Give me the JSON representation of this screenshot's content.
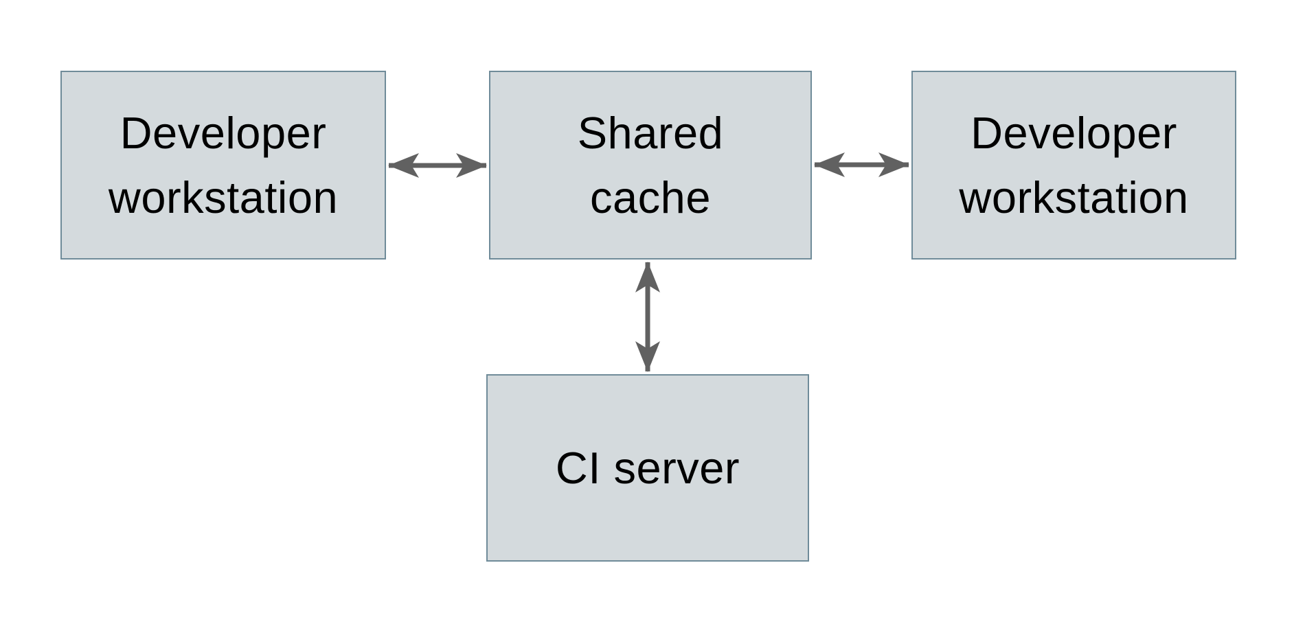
{
  "diagram": {
    "type": "architecture-diagram",
    "background": "#ffffff",
    "nodes": [
      {
        "id": "developer-workstation-left",
        "label": "Developer\nworkstation"
      },
      {
        "id": "shared-cache",
        "label": "Shared\ncache"
      },
      {
        "id": "developer-workstation-right",
        "label": "Developer\nworkstation"
      },
      {
        "id": "ci-server",
        "label": "CI server"
      }
    ],
    "edges": [
      {
        "from": "developer-workstation-left",
        "to": "shared-cache",
        "direction": "bidirectional"
      },
      {
        "from": "shared-cache",
        "to": "developer-workstation-right",
        "direction": "bidirectional"
      },
      {
        "from": "shared-cache",
        "to": "ci-server",
        "direction": "bidirectional"
      }
    ],
    "colors": {
      "node_fill": "#d4dadd",
      "node_border": "#6f8b99",
      "arrow": "#616161",
      "text": "#000000"
    }
  }
}
